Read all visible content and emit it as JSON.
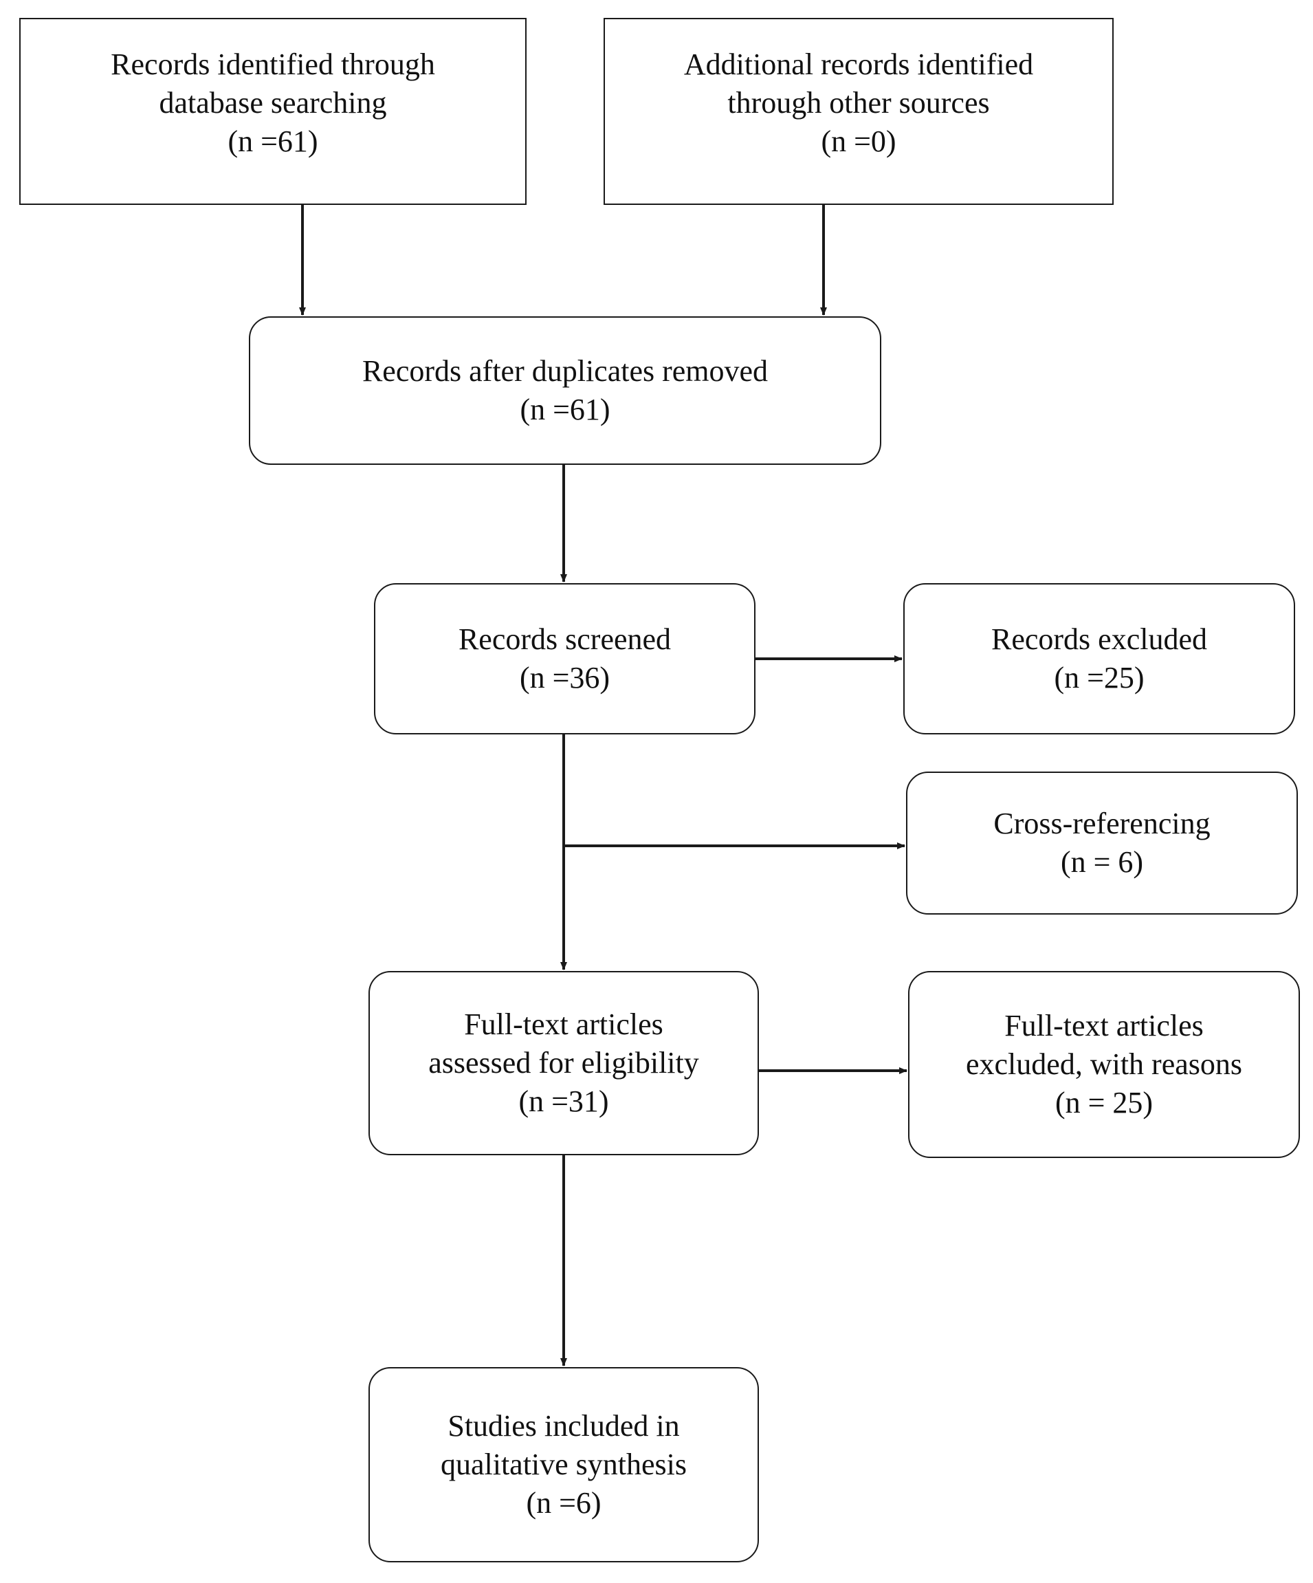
{
  "colors": {
    "stroke": "#1a1a1a",
    "fill": "#ffffff",
    "text": "#111111"
  },
  "boxes": {
    "db_search": {
      "lines": [
        "Records identified through",
        "database searching",
        "(n =61)"
      ]
    },
    "other_sources": {
      "lines": [
        "Additional records identified",
        "through other sources",
        "(n =0)"
      ]
    },
    "dedup": {
      "lines": [
        "Records after duplicates removed",
        "(n =61)"
      ]
    },
    "screened": {
      "lines": [
        "Records screened",
        "(n =36)"
      ]
    },
    "excluded": {
      "lines": [
        "Records excluded",
        "(n =25)"
      ]
    },
    "cross_ref": {
      "lines": [
        "Cross-referencing",
        "(n = 6)"
      ]
    },
    "fulltext": {
      "lines": [
        "Full-text articles",
        "assessed for eligibility",
        "(n =31)"
      ]
    },
    "fulltext_excluded": {
      "lines": [
        "Full-text articles",
        "excluded, with reasons",
        "(n = 25)"
      ]
    },
    "included": {
      "lines": [
        "Studies included in",
        "qualitative synthesis",
        "(n =6)"
      ]
    }
  }
}
